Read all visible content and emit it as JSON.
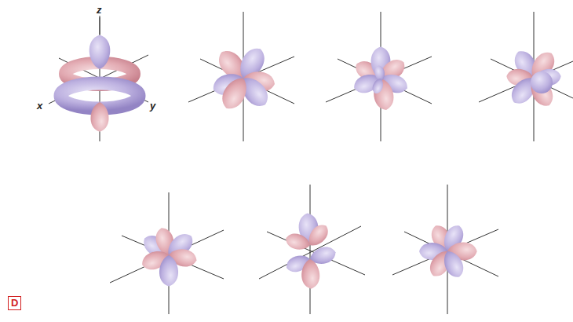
{
  "diagram": {
    "labels": [
      "z",
      "x",
      "y",
      "D"
    ]
  }
}
